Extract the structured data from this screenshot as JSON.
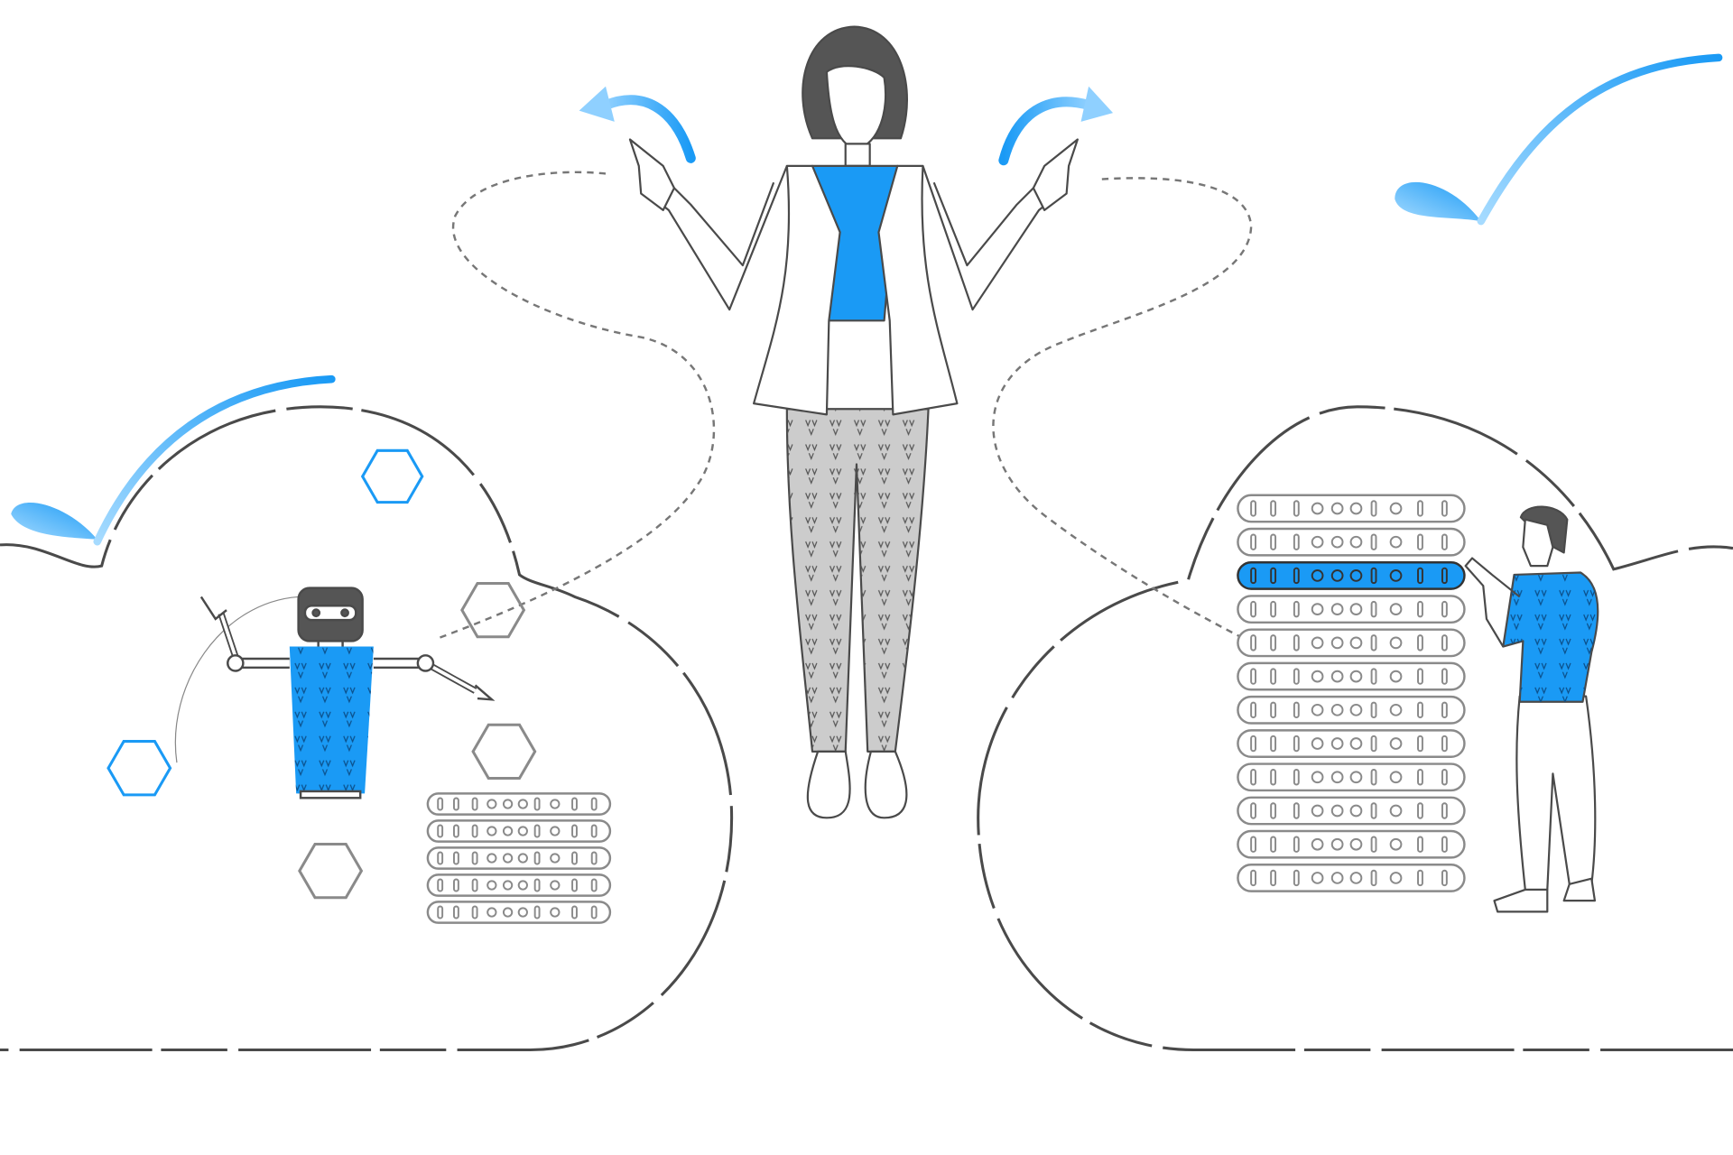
{
  "colors": {
    "accent": "#1a9af5",
    "accent_light": "#8fd0ff",
    "outline": "#4a4a4a",
    "hair": "#555555",
    "pants": "#cccccc",
    "rack": "#8a8a8a",
    "background": "#ffffff"
  },
  "illustration": {
    "right_rack_units": 12,
    "right_rack_highlighted_unit": 3,
    "left_rack_units": 5
  }
}
